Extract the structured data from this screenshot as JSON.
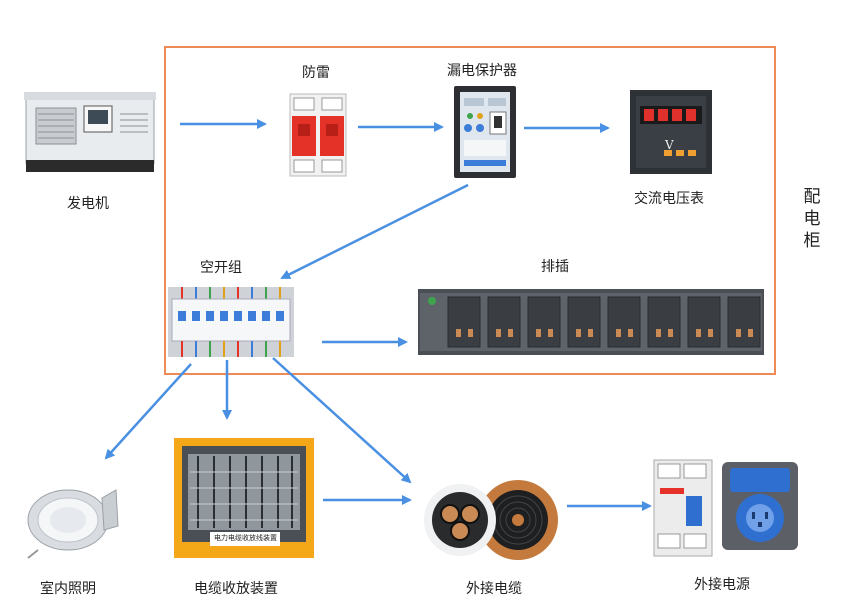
{
  "labels": {
    "generator": "发电机",
    "surge": "防雷",
    "leakage": "漏电保护器",
    "voltmeter": "交流电压表",
    "breakers": "空开组",
    "socket_strip": "排插",
    "cabinet": "配电柜",
    "lighting": "室内照明",
    "cable_reel": "电缆收放装置",
    "external_cable": "外接电缆",
    "external_power": "外接电源"
  },
  "device_text": {
    "voltmeter_unit": "V",
    "reel_plate": "电力电缆收放线装置"
  },
  "colors": {
    "arrow": "#4a90e2",
    "cabinet_border": "#ee8a55"
  }
}
